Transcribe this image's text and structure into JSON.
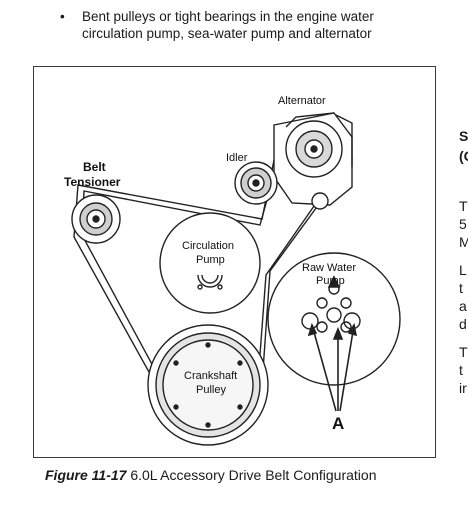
{
  "bullet": {
    "marker": "•",
    "line1": "Bent pulleys or tight bearings in the engine water",
    "line2": "circulation pump, sea-water pump and alternator"
  },
  "figure": {
    "labels": {
      "alternator": "Alternator",
      "idler": "Idler",
      "belt_line1": "Belt",
      "belt_line2": "Tensioner",
      "circ_line1": "Circulation",
      "circ_line2": "Pump",
      "raw_line1": "Raw Water",
      "raw_line2": "Pump",
      "crank_line1": "Crankshaft",
      "crank_line2": "Pulley",
      "callout": "A"
    }
  },
  "caption": {
    "figure_number": "Figure 11-17",
    "text": " 6.0L Accessory Drive Belt Configuration"
  },
  "side_column": {
    "lines": [
      "S",
      "(C",
      "T",
      "5",
      "M",
      "L",
      "t",
      "a",
      "d",
      "T",
      "t",
      "ir"
    ]
  }
}
